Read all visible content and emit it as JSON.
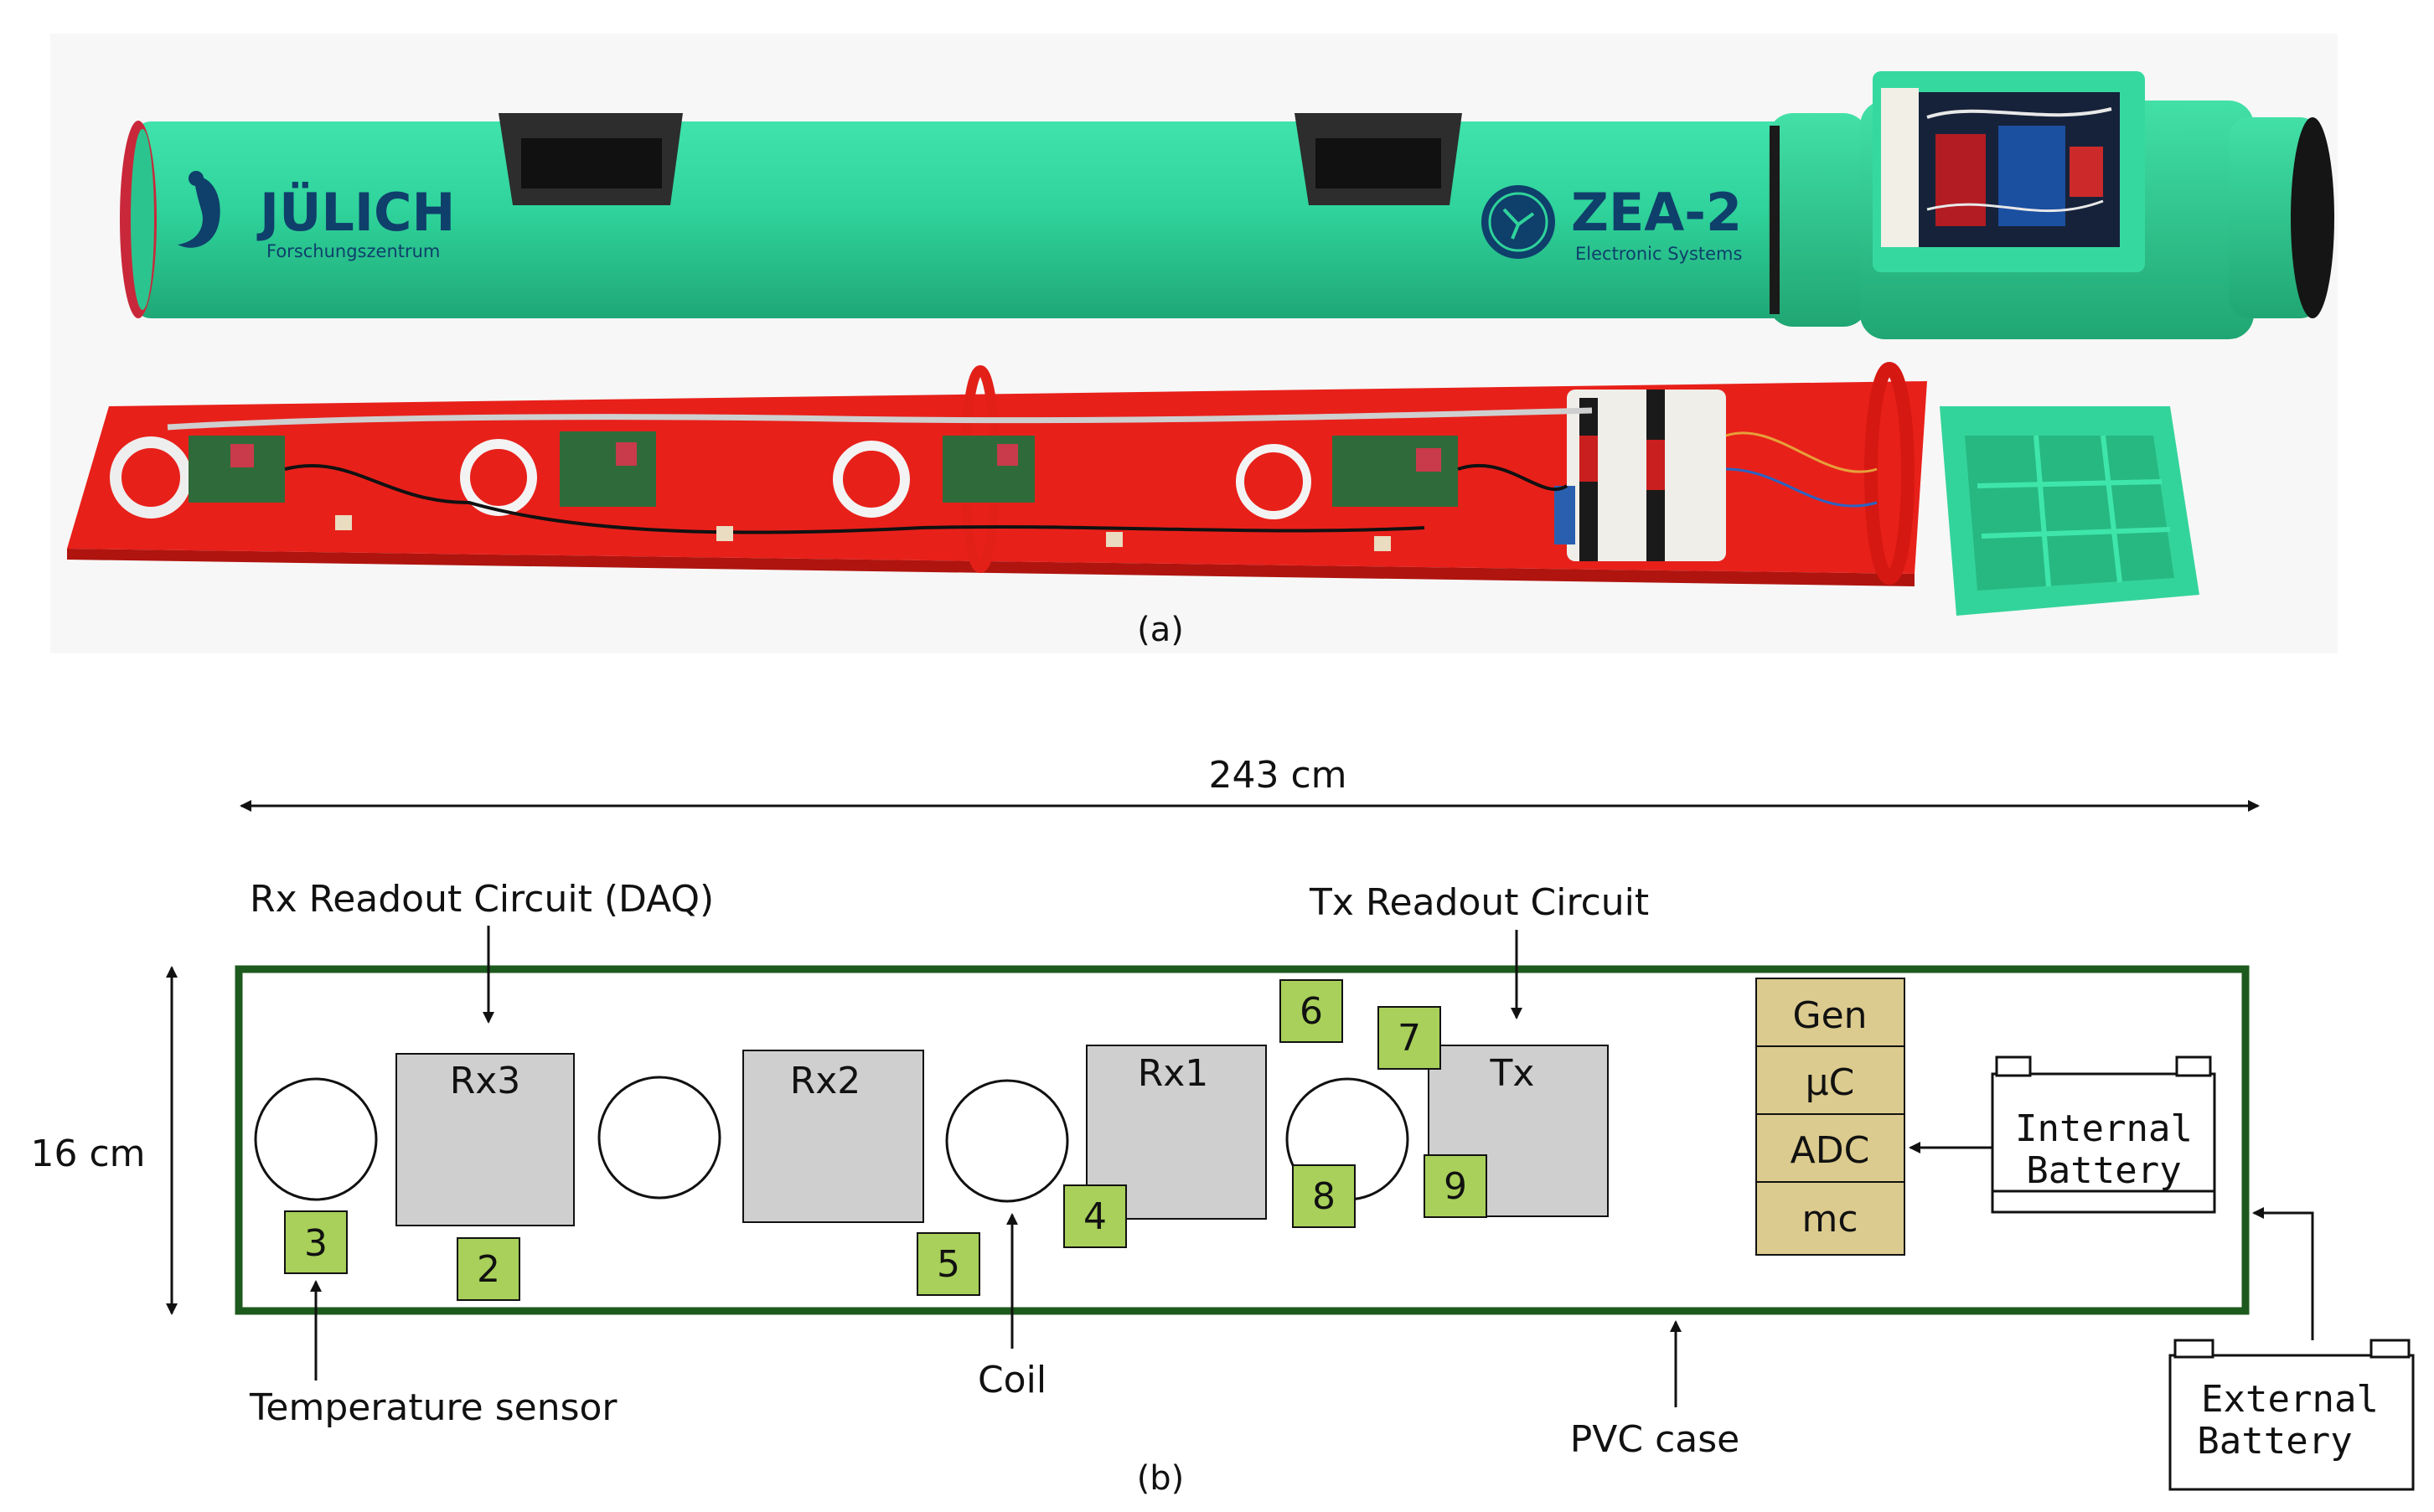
{
  "panel_a": {
    "caption": "(a)",
    "logo_left": {
      "brand": "JÜLICH",
      "sub": "Forschungszentrum"
    },
    "logo_right": {
      "brand": "ZEA-2",
      "sub": "Electronic Systems"
    },
    "colors": {
      "tube": "#2fd39b",
      "tray": "#e8201a",
      "handle": "#3a3a3a",
      "board": "#2f6b3a"
    }
  },
  "panel_b": {
    "caption": "(b)",
    "length_label": "243 cm",
    "height_label": "16 cm",
    "rx_readout_label": "Rx Readout Circuit (DAQ)",
    "tx_readout_label": "Tx Readout Circuit",
    "temperature_sensor_label": "Temperature sensor",
    "coil_label": "Coil",
    "pvc_case_label": "PVC case",
    "modules": [
      {
        "id": "rx3",
        "label": "Rx3"
      },
      {
        "id": "rx2",
        "label": "Rx2"
      },
      {
        "id": "rx1",
        "label": "Rx1"
      },
      {
        "id": "tx",
        "label": "Tx"
      }
    ],
    "markers": [
      "2",
      "3",
      "4",
      "5",
      "6",
      "7",
      "8",
      "9"
    ],
    "stack": [
      "Gen",
      "µC",
      "ADC",
      "mc"
    ],
    "internal_battery": [
      "Internal",
      "Battery"
    ],
    "external_battery": [
      "External",
      "Battery"
    ],
    "colors": {
      "case": "#1d5a1d",
      "module": "#cfcfcf",
      "marker": "#a8d05a",
      "stack": "#dccb8e"
    }
  }
}
